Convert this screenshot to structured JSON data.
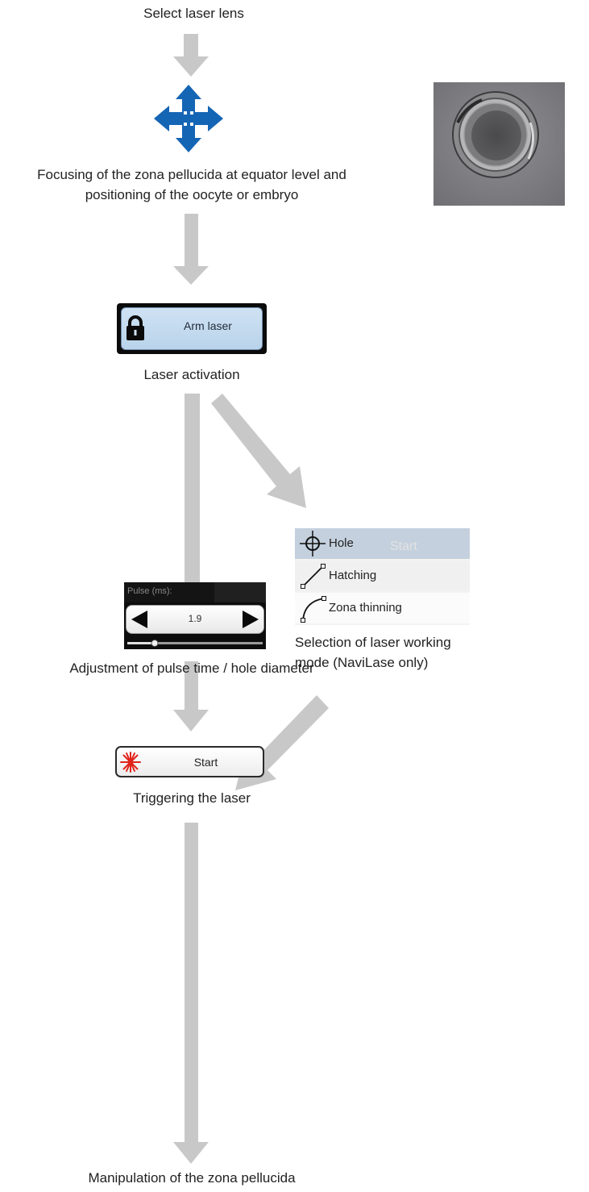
{
  "steps": {
    "select_lens": "Select laser lens",
    "focusing_line1": "Focusing of the zona pellucida at equator level and",
    "focusing_line2": "positioning of the oocyte or embryo",
    "activation": "Laser activation",
    "mode_selection_line1": "Selection of laser working",
    "mode_selection_line2": "mode (NaviLase only)",
    "adjustment": "Adjustment of pulse time / hole diameter",
    "triggering": "Triggering the laser",
    "manipulation": "Manipulation of the zona pellucida"
  },
  "arm_button": {
    "label": "Arm laser",
    "icon": "lock-icon"
  },
  "modes": {
    "items": [
      {
        "label": "Hole",
        "icon": "crosshair-icon",
        "selected": true
      },
      {
        "label": "Hatching",
        "icon": "line-icon",
        "selected": false
      },
      {
        "label": "Zona thinning",
        "icon": "arc-icon",
        "selected": false
      }
    ],
    "ghost_text": "Start"
  },
  "pulse": {
    "label": "Pulse (ms):",
    "value": "1.9"
  },
  "start_button": {
    "label": "Start",
    "icon": "laser-burst-icon"
  },
  "colors": {
    "arrow": "#c8c8c8",
    "move_icon": "#1565b5",
    "arm_bg": "#c7dcf0",
    "laser_red": "#e0241b"
  }
}
